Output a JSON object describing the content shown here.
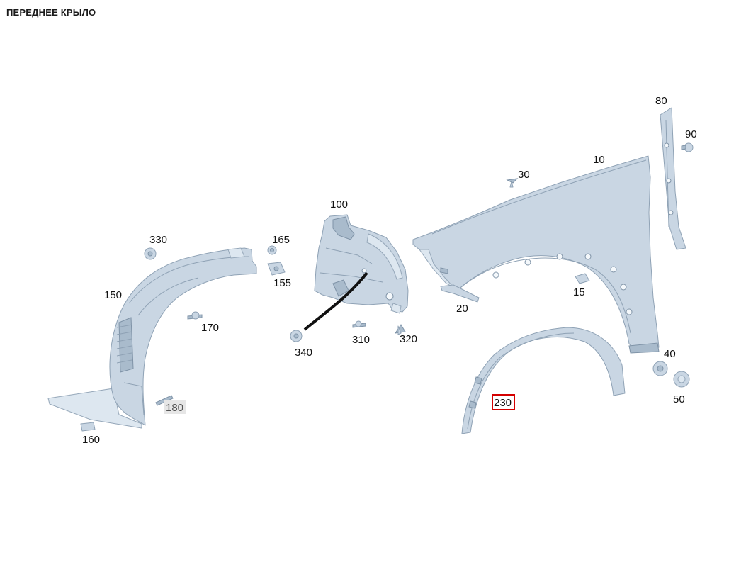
{
  "page": {
    "title": "ПЕРЕДНЕЕ КРЫЛО"
  },
  "colors": {
    "part_fill": "#c9d6e3",
    "part_stroke": "#8fa2b5",
    "selected_outline": "#d40000",
    "dimmed_bg": "#e6e6e6"
  },
  "callouts": {
    "c10": "10",
    "c15": "15",
    "c20": "20",
    "c30": "30",
    "c40": "40",
    "c50": "50",
    "c80": "80",
    "c90": "90",
    "c100": "100",
    "c150": "150",
    "c155": "155",
    "c160": "160",
    "c165": "165",
    "c170": "170",
    "c180": "180",
    "c230": "230",
    "c310": "310",
    "c320": "320",
    "c330": "330",
    "c340": "340"
  },
  "state": {
    "selected_callout": "230",
    "dimmed_callout": "180"
  }
}
